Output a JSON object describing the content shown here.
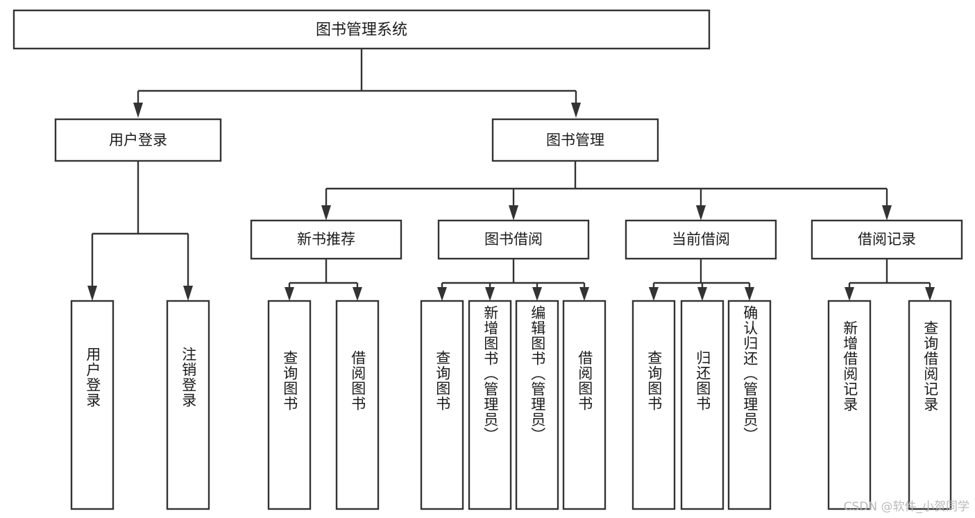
{
  "diagram": {
    "type": "tree",
    "title": "图书管理系统",
    "watermark": "CSDN @软件_小贺同学",
    "colors": {
      "stroke": "#333333",
      "box_fill": "#ffffff",
      "text": "#1a1a1a",
      "watermark": "#b9b9b9",
      "background": "#ffffff"
    },
    "levels": {
      "root": {
        "label": "图书管理系统"
      },
      "tier2": [
        {
          "label": "用户登录"
        },
        {
          "label": "图书管理"
        }
      ],
      "tier3": [
        {
          "label": "新书推荐"
        },
        {
          "label": "图书借阅"
        },
        {
          "label": "当前借阅"
        },
        {
          "label": "借阅记录"
        }
      ]
    },
    "leaves": {
      "user_login": [
        {
          "label": "用户登录"
        },
        {
          "label": "注销登录"
        }
      ],
      "new_book_recommend": [
        {
          "label": "查询图书"
        },
        {
          "label": "借阅图书"
        }
      ],
      "book_borrow": [
        {
          "label": "查询图书"
        },
        {
          "label": "新增图书（管理员）"
        },
        {
          "label": "编辑图书（管理员）"
        },
        {
          "label": "借阅图书"
        }
      ],
      "current_borrow": [
        {
          "label": "查询图书"
        },
        {
          "label": "归还图书"
        },
        {
          "label": "确认归还（管理员）"
        }
      ],
      "borrow_record": [
        {
          "label": "新增借阅记录"
        },
        {
          "label": "查询借阅记录"
        }
      ]
    }
  }
}
